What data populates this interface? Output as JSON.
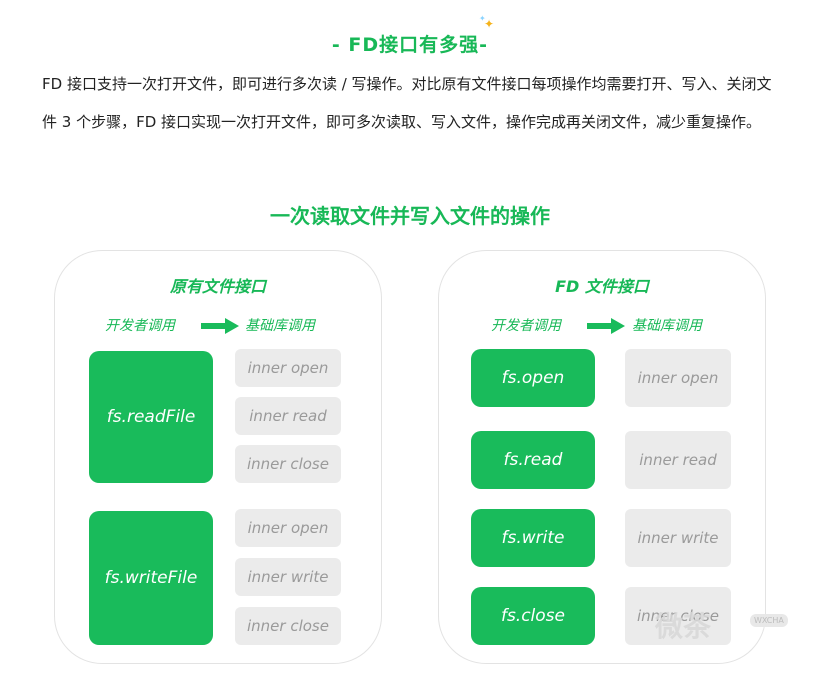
{
  "header": {
    "title": "- FD接口有多强-"
  },
  "intro": {
    "text": "FD 接口支持一次打开文件，即可进行多次读 / 写操作。对比原有文件接口每项操作均需要打开、写入、关闭文件 3 个步骤，FD 接口实现一次打开文件，即可多次读取、写入文件，操作完成再关闭文件，减少重复操作。"
  },
  "diagram": {
    "title": "一次读取文件并写入文件的操作",
    "left_panel": {
      "title": "原有文件接口",
      "flow_from": "开发者调用",
      "flow_to": "基础库调用",
      "groups": [
        {
          "call": "fs.readFile",
          "inner": [
            "inner open",
            "inner read",
            "inner close"
          ]
        },
        {
          "call": "fs.writeFile",
          "inner": [
            "inner open",
            "inner write",
            "inner close"
          ]
        }
      ]
    },
    "right_panel": {
      "title": "FD 文件接口",
      "flow_from": "开发者调用",
      "flow_to": "基础库调用",
      "rows": [
        {
          "call": "fs.open",
          "inner": "inner open"
        },
        {
          "call": "fs.read",
          "inner": "inner read"
        },
        {
          "call": "fs.write",
          "inner": "inner write"
        },
        {
          "call": "fs.close",
          "inner": "inner close"
        }
      ]
    }
  },
  "watermark": {
    "text": "微茶",
    "sub": "WXCHA"
  },
  "colors": {
    "accent": "#19bb5b",
    "gray_box": "#ebebeb",
    "gray_text": "#9a9a9a"
  }
}
